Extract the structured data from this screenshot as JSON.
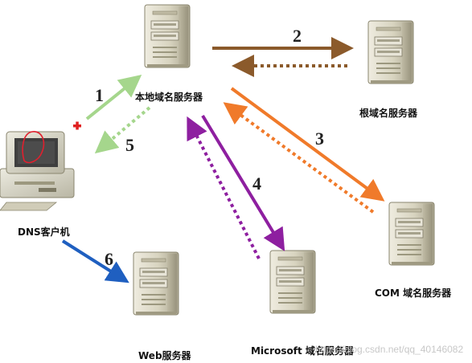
{
  "labels": {
    "local_dns": "本地域名服务器",
    "root_dns": "根域名服务器",
    "com_dns": "COM 域名服务器",
    "microsoft_dns": "Microsoft 域名服务器",
    "web_server": "Web服务器",
    "dns_client": "DNS客户机"
  },
  "steps": [
    "1",
    "2",
    "3",
    "4",
    "5",
    "6"
  ],
  "colors": {
    "step1": "#a5d68c",
    "step2": "#8b5a2b",
    "step3": "#f07a2a",
    "step4": "#8e1fa0",
    "step6": "#1f5fc0",
    "step_number": "#222222",
    "server_body": "#d9d5c2",
    "plus_icon": "#e02020",
    "scribble": "#e0202e"
  },
  "watermark": "https://blog.csdn.net/qq_40146082"
}
